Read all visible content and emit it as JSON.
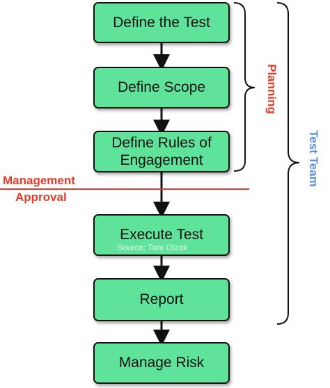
{
  "steps": [
    {
      "label": "Define the Test"
    },
    {
      "label": "Define Scope"
    },
    {
      "label": "Define Rules of\nEngagement"
    },
    {
      "label": "Execute Test"
    },
    {
      "label": "Report"
    },
    {
      "label": "Manage Risk"
    }
  ],
  "management_approval": {
    "line1": "Management",
    "line2": "Approval"
  },
  "brackets": {
    "planning": "Planning",
    "test_team": "Test Team"
  },
  "watermark": "Source: Tom Olzak",
  "colors": {
    "box_fill": "#5fe39a",
    "approval_red": "#e53b2b",
    "test_team_blue": "#5b8de0"
  }
}
